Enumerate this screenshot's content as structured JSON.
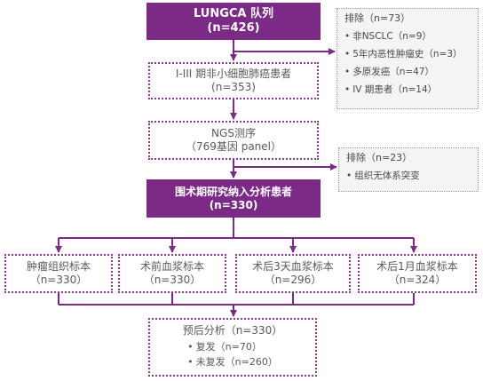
{
  "cohort": {
    "title": "LUNGCA 队列",
    "count": "(n=426)"
  },
  "exclude1": {
    "title": "排除（n=73）",
    "items": [
      "非NSCLC（n=9）",
      "5年内恶性肿瘤史（n=3）",
      "多原发癌（n=47）",
      "IV 期患者（n=14）"
    ]
  },
  "stage": {
    "title": "I-III 期非小细胞肺癌患者",
    "count": "(n=353)"
  },
  "ngs": {
    "title": "NGS测序",
    "detail": "（769基因 panel）"
  },
  "exclude2": {
    "title": "排除（n=23）",
    "items": [
      "组织无体系突变"
    ]
  },
  "enrolled": {
    "title": "围术期研究纳入分析患者",
    "count": "(n=330)"
  },
  "samples": [
    {
      "title": "肿瘤组织标本",
      "count": "（n=330）"
    },
    {
      "title": "术前血浆标本",
      "count": "（n=330）"
    },
    {
      "title": "术后3天血浆标本",
      "count": "（n=296）"
    },
    {
      "title": "术后1月血浆标本",
      "count": "（n=324）"
    }
  ],
  "prognosis": {
    "title": "预后分析（n=330）",
    "items": [
      "复发（n=70）",
      "未复发（n=260）"
    ]
  },
  "colors": {
    "primary": "#7b2a86",
    "arrow": "#7b2a86",
    "grey_box": "#f4f4f4"
  }
}
